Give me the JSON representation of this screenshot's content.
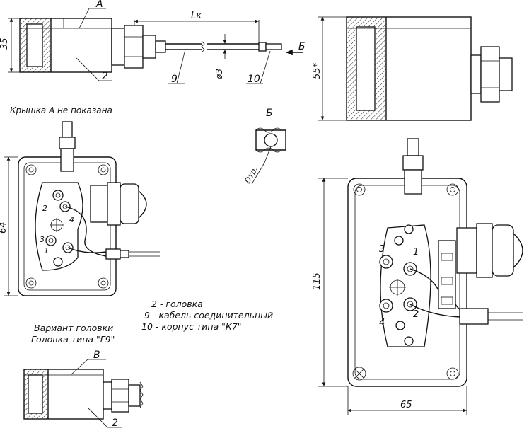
{
  "top_view": {
    "label_a": "А",
    "dim_height": "35",
    "dim_length": "Lк",
    "dim_diameter": "ø3",
    "leader_2": "2",
    "leader_9": "9",
    "leader_10": "10",
    "view_arrow": "Б"
  },
  "right_side_view": {
    "dim_height": "55*"
  },
  "note_cover": "Крышка А не показана",
  "detail_b": {
    "title": "Б",
    "label": "Dтр."
  },
  "left_plan": {
    "dim_height": "64",
    "terminals": [
      "2",
      "4",
      "3",
      "1"
    ]
  },
  "right_plan": {
    "dim_height": "115",
    "dim_width": "65",
    "terminals": [
      "3",
      "1",
      "4",
      "2"
    ]
  },
  "legend": [
    "2 - головка",
    "9 - кабель соединительный",
    "10 - корпус типа \"К7\""
  ],
  "variant": {
    "title": "Вариант головки",
    "subtitle": "Головка типа \"Г9\"",
    "label_v": "В",
    "leader_2": "2"
  }
}
